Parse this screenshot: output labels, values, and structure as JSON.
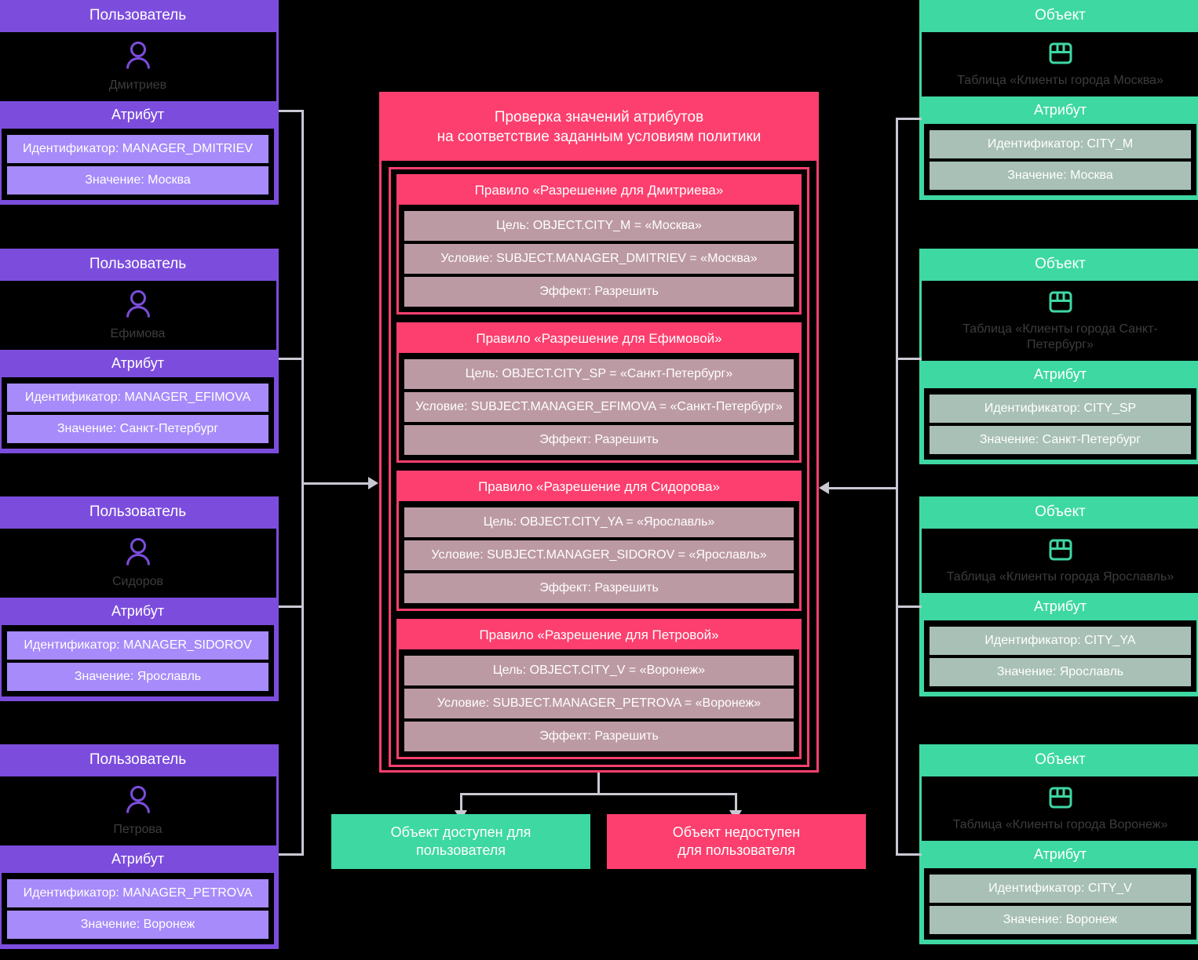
{
  "theme": {
    "background": "#000000",
    "user_accent": "#7C4DDD",
    "user_chip": "#A78BFA",
    "object_accent": "#3ED8A2",
    "object_chip": "#A8C0B6",
    "policy_accent": "#FC3F6E",
    "policy_row": "#BC9AA4",
    "connector": "#C9C9D4",
    "name_text": "#3D3D3D"
  },
  "labels": {
    "user_title": "Пользователь",
    "object_title": "Объект",
    "attribute_title": "Атрибут",
    "user_icon": "person-icon",
    "object_icon": "table-icon"
  },
  "users": [
    {
      "title": "Пользователь",
      "name": "Дмитриев",
      "attribute_title": "Атрибут",
      "identifier": "Идентификатор: MANAGER_DMITRIEV",
      "value": "Значение: Москва"
    },
    {
      "title": "Пользователь",
      "name": "Ефимова",
      "attribute_title": "Атрибут",
      "identifier": "Идентификатор: MANAGER_EFIMOVA",
      "value": "Значение: Санкт-Петербург"
    },
    {
      "title": "Пользователь",
      "name": "Сидоров",
      "attribute_title": "Атрибут",
      "identifier": "Идентификатор: MANAGER_SIDOROV",
      "value": "Значение: Ярославль"
    },
    {
      "title": "Пользователь",
      "name": "Петрова",
      "attribute_title": "Атрибут",
      "identifier": "Идентификатор: MANAGER_PETROVA",
      "value": "Значение: Воронеж"
    }
  ],
  "objects": [
    {
      "title": "Объект",
      "name": "Таблица «Клиенты города Москва»",
      "attribute_title": "Атрибут",
      "identifier": "Идентификатор: CITY_M",
      "value": "Значение: Москва"
    },
    {
      "title": "Объект",
      "name": "Таблица «Клиенты города Санкт-Петербург»",
      "attribute_title": "Атрибут",
      "identifier": "Идентификатор: CITY_SP",
      "value": "Значение: Санкт-Петербург"
    },
    {
      "title": "Объект",
      "name": "Таблица «Клиенты города Ярославль»",
      "attribute_title": "Атрибут",
      "identifier": "Идентификатор: CITY_YA",
      "value": "Значение: Ярославль"
    },
    {
      "title": "Объект",
      "name": "Таблица «Клиенты города Воронеж»",
      "attribute_title": "Атрибут",
      "identifier": "Идентификатор: CITY_V",
      "value": "Значение: Воронеж"
    }
  ],
  "policy": {
    "title": "Проверка значений атрибутов\nна соответствие заданным условиям политики",
    "title_line1": "Проверка значений атрибутов",
    "title_line2": "на соответствие заданным условиям политики",
    "rules": [
      {
        "title": "Правило «Разрешение для Дмитриева»",
        "target": "Цель: OBJECT.CITY_M = «Москва»",
        "condition": "Условие: SUBJECT.MANAGER_DMITRIEV = «Москва»",
        "effect": "Эффект: Разрешить"
      },
      {
        "title": "Правило «Разрешение для Ефимовой»",
        "target": "Цель: OBJECT.CITY_SP = «Санкт-Петербург»",
        "condition": "Условие: SUBJECT.MANAGER_EFIMOVA = «Санкт-Петербург»",
        "effect": "Эффект: Разрешить"
      },
      {
        "title": "Правило «Разрешение для Сидорова»",
        "target": "Цель: OBJECT.CITY_YA = «Ярославль»",
        "condition": "Условие: SUBJECT.MANAGER_SIDOROV = «Ярославль»",
        "effect": "Эффект: Разрешить"
      },
      {
        "title": "Правило «Разрешение для Петровой»",
        "target": "Цель: OBJECT.CITY_V = «Воронеж»",
        "condition": "Условие: SUBJECT.MANAGER_PETROVA = «Воронеж»",
        "effect": "Эффект: Разрешить"
      }
    ]
  },
  "outcomes": {
    "allow": "Объект доступен для пользователя",
    "allow_line1": "Объект доступен для",
    "allow_line2": "пользователя",
    "deny": "Объект недоступен для пользователя",
    "deny_line1": "Объект недоступен",
    "deny_line2": "для пользователя"
  }
}
